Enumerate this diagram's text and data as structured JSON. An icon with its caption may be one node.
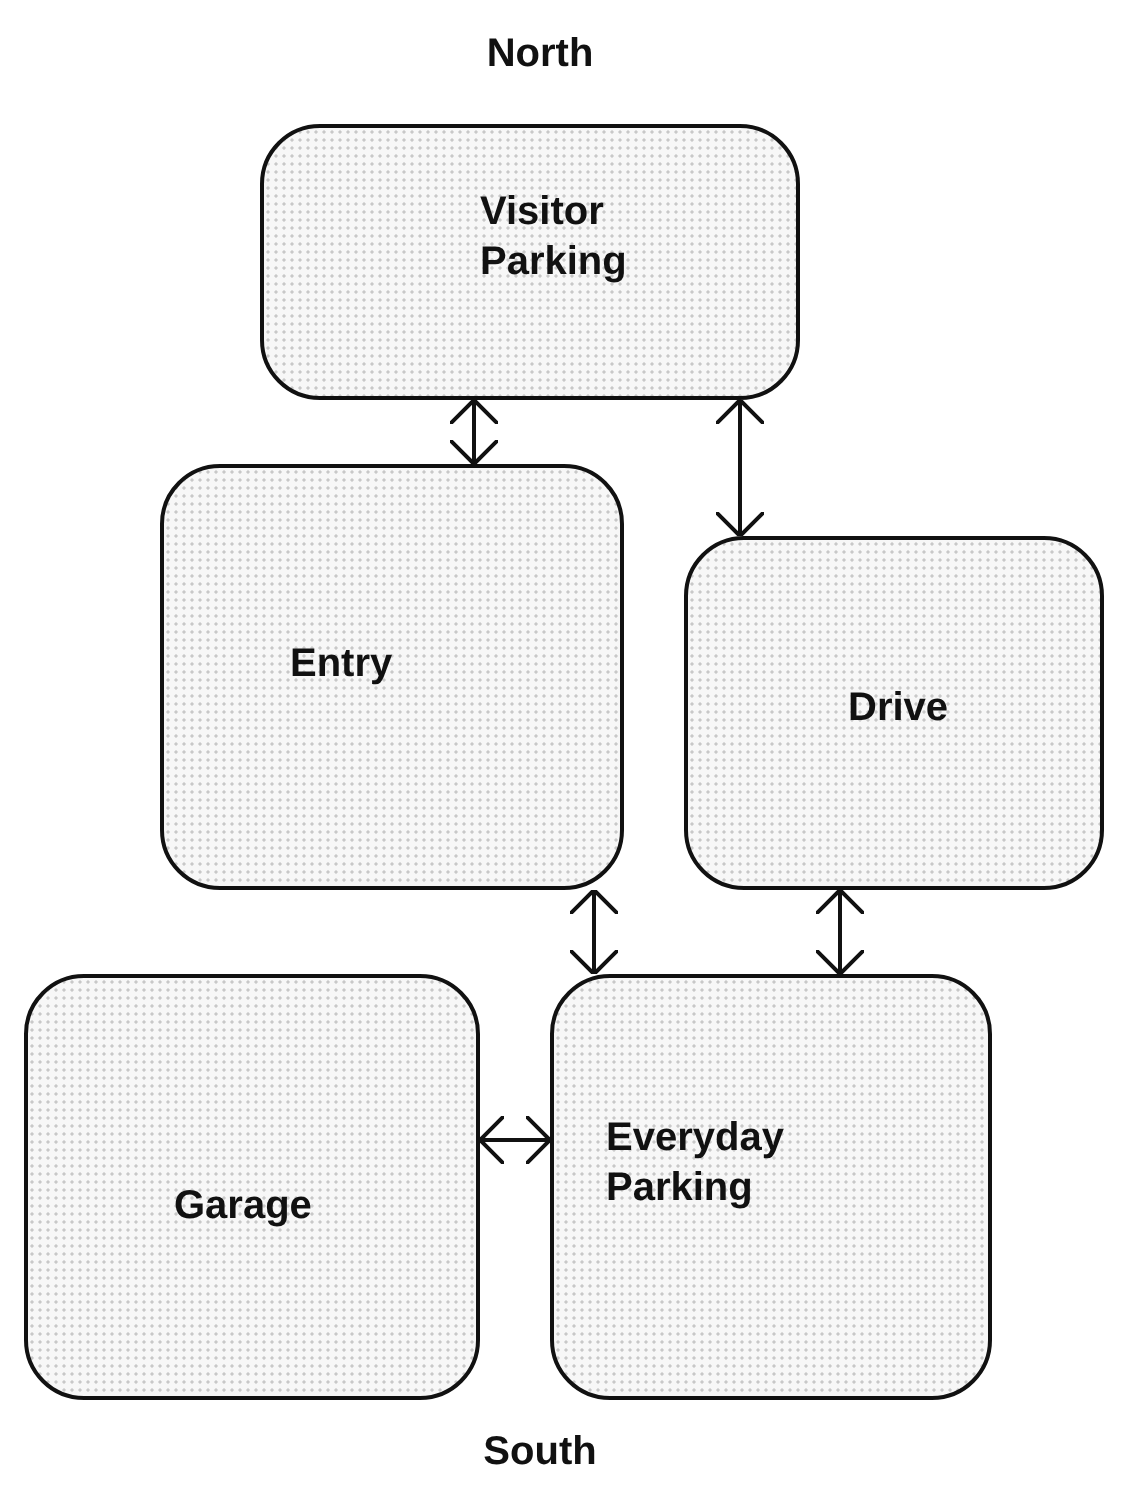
{
  "diagram": {
    "nodes": [
      {
        "text": [
          "Visitor Parking"
        ]
      },
      {
        "text": [
          "Entry"
        ]
      },
      {
        "text": [
          "Drive"
        ]
      },
      {
        "text": [
          "Garage"
        ]
      },
      {
        "text": [
          "Everyday Parking"
        ]
      }
    ],
    "edges": [
      {
        "from": 0,
        "to": 1,
        "arrow": "both"
      },
      {
        "from": 0,
        "to": 2,
        "arrow": "both"
      },
      {
        "from": 1,
        "to": 4,
        "arrow": "both"
      },
      {
        "from": 2,
        "to": 4,
        "arrow": "both"
      },
      {
        "from": 3,
        "to": 4,
        "arrow": "both"
      }
    ],
    "labels": [
      "North",
      "South"
    ]
  }
}
